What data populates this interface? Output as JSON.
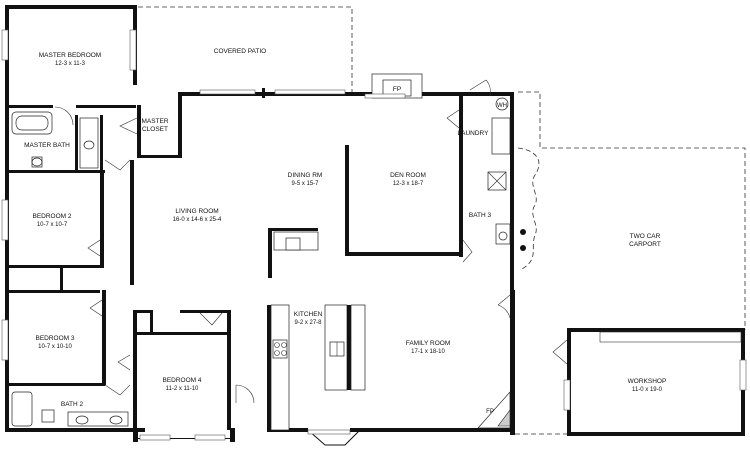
{
  "rooms": {
    "master_bedroom": {
      "name": "MASTER BEDROOM",
      "dim": "12-3 x 11-3"
    },
    "covered_patio": {
      "name": "COVERED PATIO"
    },
    "master_bath": {
      "name": "MASTER BATH"
    },
    "master_closet": {
      "name_line1": "MASTER",
      "name_line2": "CLOSET"
    },
    "fireplace_top": {
      "name": "FP"
    },
    "wh": {
      "name": "WH"
    },
    "laundry": {
      "name": "LAUNDRY"
    },
    "dining_rm": {
      "name": "DINING RM",
      "dim": "9-5 x 15-7"
    },
    "den_room": {
      "name": "DEN ROOM",
      "dim": "12-3 x 18-7"
    },
    "living_room": {
      "name": "LIVING ROOM",
      "dim": "16-0 x 14-6 x 25-4"
    },
    "bedroom_2": {
      "name": "BEDROOM 2",
      "dim": "10-7 x 10-7"
    },
    "bath_3": {
      "name": "BATH 3"
    },
    "two_car_carport": {
      "name_line1": "TWO CAR",
      "name_line2": "CARPORT"
    },
    "kitchen": {
      "name": "KITCHEN",
      "dim": "9-2 x 27-8"
    },
    "bedroom_3": {
      "name": "BEDROOM 3",
      "dim": "10-7 x 10-10"
    },
    "family_room": {
      "name": "FAMILY ROOM",
      "dim": "17-1 x 18-10"
    },
    "bedroom_4": {
      "name": "BEDROOM 4",
      "dim": "11-2 x 11-10"
    },
    "workshop": {
      "name": "WORKSHOP",
      "dim": "11-0 x 19-0"
    },
    "bath_2": {
      "name": "BATH 2"
    },
    "fireplace_bottom": {
      "name": "FP"
    }
  }
}
